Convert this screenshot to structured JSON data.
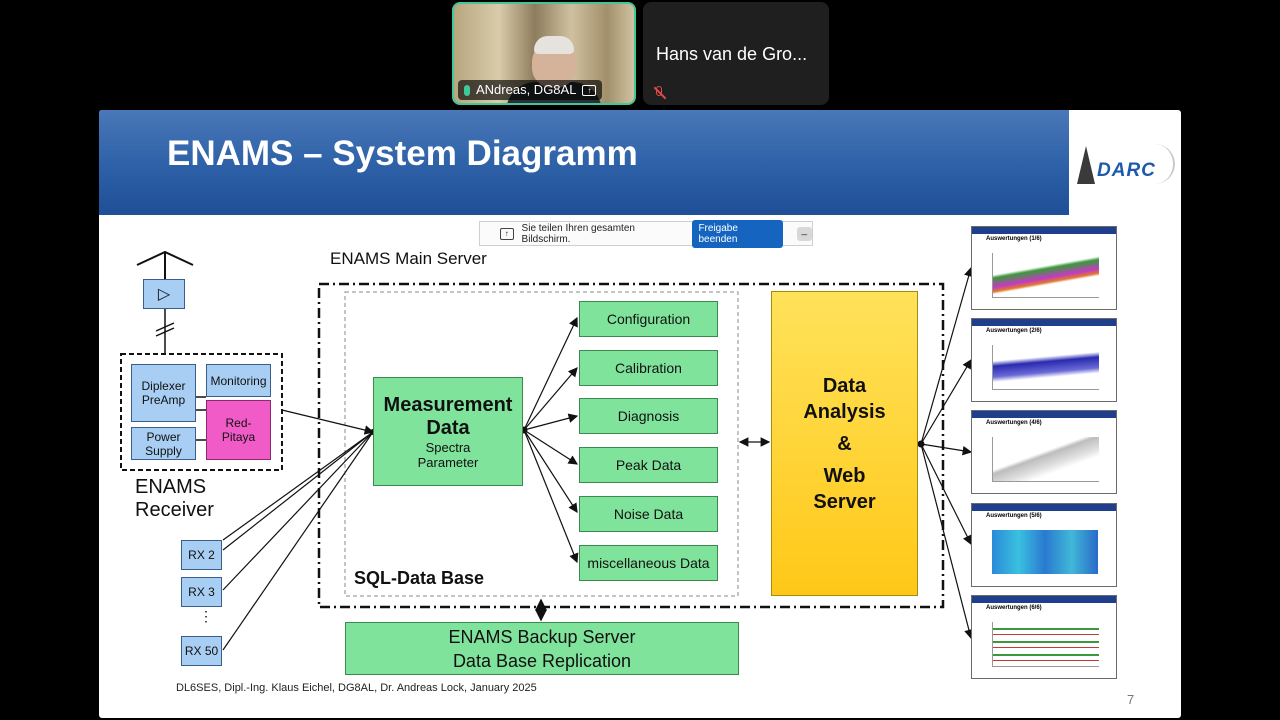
{
  "participants": [
    {
      "name": "ANdreas, DG8AL"
    },
    {
      "name": "Hans van de Gro..."
    }
  ],
  "share_bar": {
    "message": "Sie teilen Ihren gesamten Bildschirm.",
    "stop_label": "Freigabe beenden"
  },
  "slide": {
    "title": "ENAMS – System Diagramm",
    "logo_text": "DARC",
    "main_server_label": "ENAMS Main Server",
    "db_label": "SQL-Data Base",
    "receiver_label_1": "ENAMS",
    "receiver_label_2": "Receiver",
    "diplexer_1": "Diplexer",
    "diplexer_2": "PreAmp",
    "monitoring": "Monitoring",
    "power_1": "Power",
    "power_2": "Supply",
    "red_1": "Red-",
    "red_2": "Pitaya",
    "rx": [
      "RX 2",
      "RX 3",
      "⋮",
      "RX 50"
    ],
    "measurement_title_1": "Measurement",
    "measurement_title_2": "Data",
    "measurement_sub_1": "Spectra",
    "measurement_sub_2": "Parameter",
    "db_tables": [
      "Configuration",
      "Calibration",
      "Diagnosis",
      "Peak Data",
      "Noise Data",
      "miscellaneous Data"
    ],
    "analysis_1": "Data",
    "analysis_2": "Analysis",
    "analysis_3": "&",
    "analysis_4": "Web",
    "analysis_5": "Server",
    "backup_1": "ENAMS Backup Server",
    "backup_2": "Data Base Replication",
    "thumbnails": [
      "Auswertungen (1/6)",
      "Auswertungen (2/6)",
      "Auswertungen (4/6)",
      "Auswertungen (5/6)",
      "Auswertungen (6/6)"
    ],
    "footer": "DL6SES, Dipl.-Ing. Klaus Eichel, DG8AL, Dr. Andreas Lock, January 2025",
    "page_number": "7"
  }
}
